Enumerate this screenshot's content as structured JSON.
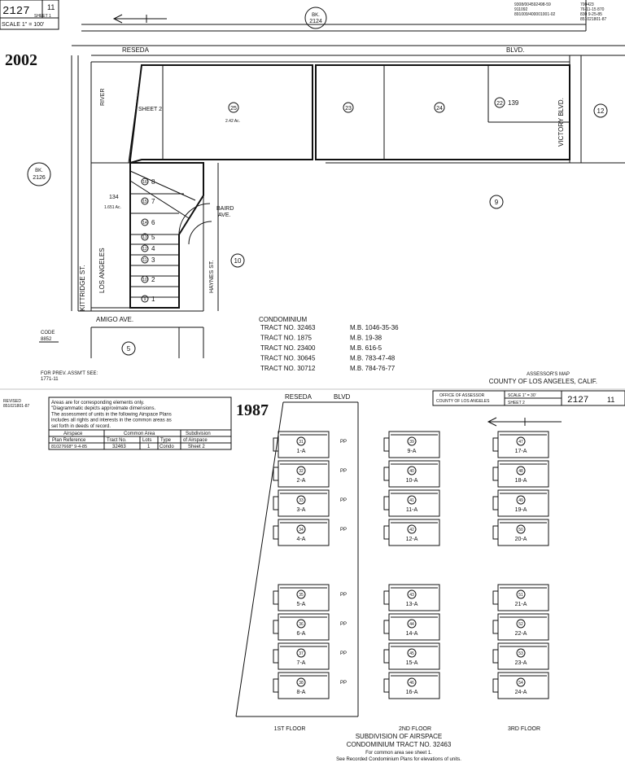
{
  "header": {
    "book_page": "2127",
    "sheet_no": "11",
    "sheet_label": "SHEET 1",
    "scale": "SCALE 1\" = 100'",
    "bk_top": "BK.",
    "bk_top_no": "2124",
    "revision_codes_right": [
      "700423",
      "76-11-15 870",
      "830 9-25-85",
      "851021801-87"
    ],
    "revision_codes_mid": [
      "9308/004592498-59",
      "911092",
      "891009/400001001-02"
    ],
    "year_top": "2002"
  },
  "streets": {
    "reseda_blvd": [
      "RESEDA",
      "BLVD."
    ],
    "victory_blvd": "VICTORY BLVD.",
    "kittridge_st": "KITTRIDGE ST.",
    "los_angeles_river": [
      "LOS ANGELES",
      "RIVER"
    ],
    "amigo_ave": "AMIGO AVE.",
    "haynes_st": "HAYNES ST.",
    "baird_ave": [
      "BAIRD",
      "AVE."
    ]
  },
  "map_labels": {
    "bk_left": [
      "BK.",
      "2126"
    ],
    "circle_10": "10",
    "circle_9": "9",
    "circle_12": "12",
    "circle_5": "5",
    "sheet2": "SHEET 2",
    "parcel_25": "25",
    "parcel_25_area": "2.42 Ac.",
    "parcel_23": "23",
    "parcel_24": "24",
    "parcel_22": "22",
    "parcel_22_no": "139",
    "parcel_134": "134",
    "parcel_134_area": "1.651 Ac.",
    "lot_numbers": [
      "8",
      "7",
      "6",
      "5",
      "4",
      "3",
      "2",
      "1"
    ],
    "lot_circles": [
      "16",
      "15",
      "14",
      "13",
      "12",
      "11",
      "10",
      "9"
    ],
    "code_label": "CODE",
    "code_value": "8852",
    "prev_assmt": "FOR PREV. ASSM'T SEE:",
    "prev_assmt_ref": "1771-11"
  },
  "tracts": {
    "heading": "CONDOMINIUM",
    "rows": [
      {
        "tract": "TRACT NO. 32463",
        "mb": "M.B. 1046-35-36"
      },
      {
        "tract": "TRACT NO. 1875",
        "mb": "M.B. 19-38"
      },
      {
        "tract": "TRACT NO. 23400",
        "mb": "M.B. 616-5"
      },
      {
        "tract": "TRACT NO. 30645",
        "mb": "M.B. 783-47-48"
      },
      {
        "tract": "TRACT NO. 30712",
        "mb": "M.B. 784-76-77"
      }
    ]
  },
  "assessor": {
    "line1": "ASSESSOR'S MAP",
    "line2": "COUNTY OF LOS ANGELES, CALIF.",
    "office1": "OFFICE OF ASSESSOR",
    "office2": "COUNTY OF LOS ANGELES",
    "scale2": "SCALE 1\" = 30'",
    "sheet2": "SHEET 2",
    "book2": "2127",
    "page2": "11"
  },
  "notes": {
    "revised": "REVISED",
    "revised_code": "851021801-87",
    "lines": [
      "Areas are for corresponding elements only.",
      "\"Diagrammatic depicts approximate dimensions.",
      "The assessment of units in the following Airspace Plans",
      "includes all rights and interests in the common areas as",
      "set forth in deeds of record."
    ],
    "table_head": [
      "Airspace",
      "Common Area",
      "Subdivision"
    ],
    "table_sub": [
      "Plan Reference",
      "Tract No.",
      "Lots",
      "Type",
      "of Airspace"
    ],
    "table_row": [
      "81027668* 9-4-85",
      "32463",
      "1",
      "Condo",
      "Sheet 2"
    ]
  },
  "lower": {
    "year": "1987",
    "reseda": "RESEDA",
    "blvd": "BLVD",
    "floor1": "1ST FLOOR",
    "floor2": "2ND FLOOR",
    "floor3": "3RD FLOOR",
    "subdivision": "SUBDIVISION OF AIRSPACE",
    "condo_tract": "CONDOMINIUM TRACT NO. 32463",
    "note1": "For common area see sheet 1.",
    "note2": "See Recorded Condominium Plans for elevations of units.",
    "pp": "PP",
    "units_f1": [
      "1-A",
      "2-A",
      "3-A",
      "4-A",
      "5-A",
      "6-A",
      "7-A",
      "8-A"
    ],
    "units_f2": [
      "9-A",
      "10-A",
      "11-A",
      "12-A",
      "13-A",
      "14-A",
      "15-A",
      "16-A"
    ],
    "units_f3": [
      "17-A",
      "18-A",
      "19-A",
      "20-A",
      "21-A",
      "22-A",
      "23-A",
      "24-A"
    ],
    "circ_f1": [
      "31",
      "32",
      "33",
      "34",
      "35",
      "36",
      "37",
      "38"
    ],
    "circ_f2": [
      "39",
      "40",
      "41",
      "42",
      "43",
      "44",
      "45",
      "46"
    ],
    "circ_f3": [
      "47",
      "48",
      "49",
      "50",
      "51",
      "52",
      "53",
      "54"
    ]
  }
}
